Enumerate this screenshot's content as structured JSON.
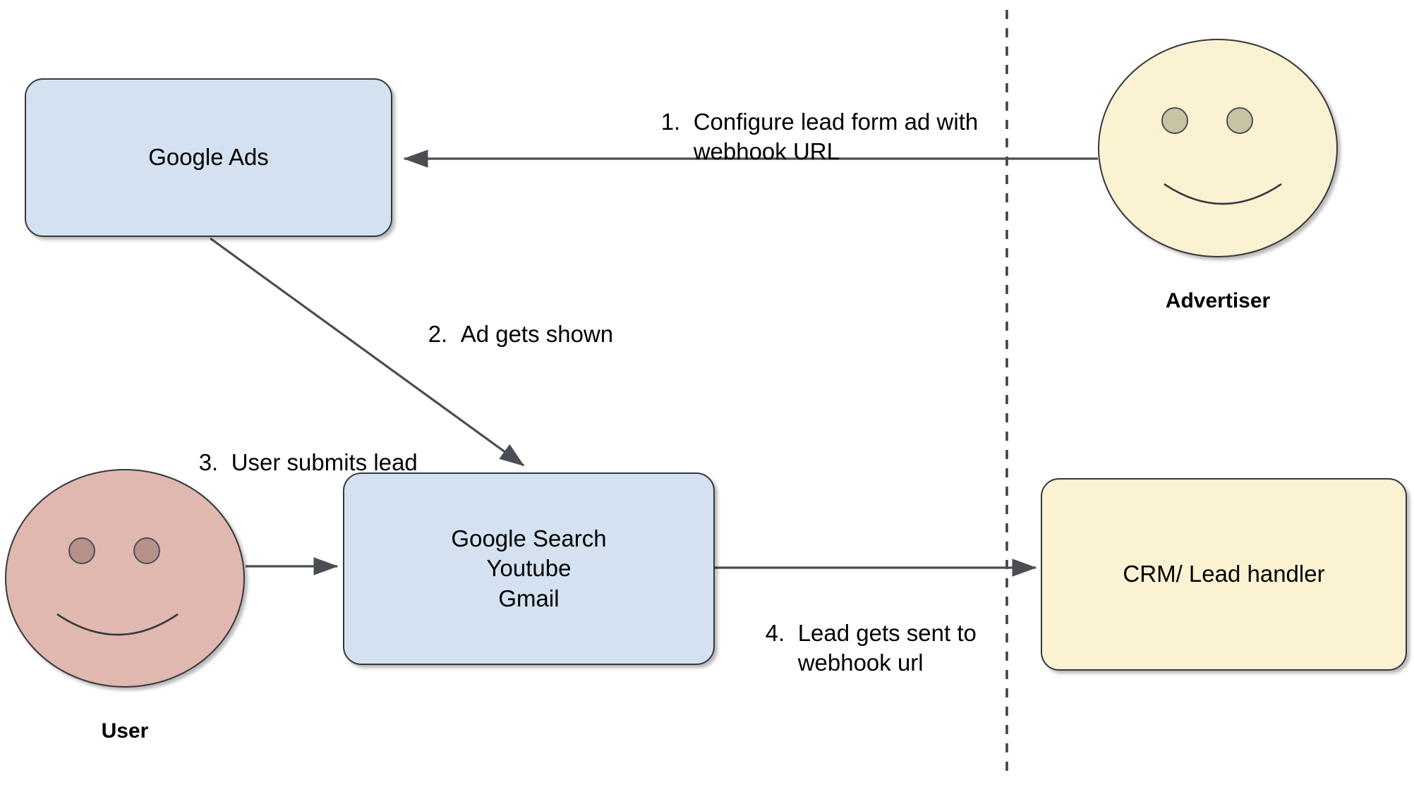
{
  "diagram": {
    "title": "Google Ads lead form webhook flow",
    "background_color": "#ffffff",
    "boundary": {
      "name": "google-external-boundary",
      "style": "dashed-vertical-line",
      "color": "#3a3d42"
    },
    "palette": {
      "blue_fill": "#d4e1f0",
      "yellow_fill": "#fbf2d2",
      "pink_fill": "#e0b8b0",
      "tan_eye": "#c8c3a5",
      "rose_eye": "#b69189",
      "stroke": "#36393d",
      "text": "#000000"
    }
  },
  "nodes": {
    "google_ads": {
      "label": "Google Ads",
      "fill": "#d4e1f0"
    },
    "google_properties": {
      "label": "Google Search\nYoutube\nGmail",
      "fill": "#d4e1f0"
    },
    "crm": {
      "label": "CRM/ Lead handler",
      "fill": "#fbf2d2"
    },
    "advertiser": {
      "label": "Advertiser",
      "fill": "#fbf2d2"
    },
    "user": {
      "label": "User",
      "fill": "#e0b8b0"
    }
  },
  "steps": [
    {
      "number": "1.",
      "text": "Configure lead form ad with\nwebhook URL",
      "from": "advertiser",
      "to": "google_ads"
    },
    {
      "number": "2.",
      "text": "Ad gets shown",
      "from": "google_ads",
      "to": "google_properties"
    },
    {
      "number": "3.",
      "text": "User submits lead",
      "from": "user",
      "to": "google_properties"
    },
    {
      "number": "4.",
      "text": "Lead gets sent to\nwebhook url",
      "from": "google_properties",
      "to": "crm"
    }
  ]
}
